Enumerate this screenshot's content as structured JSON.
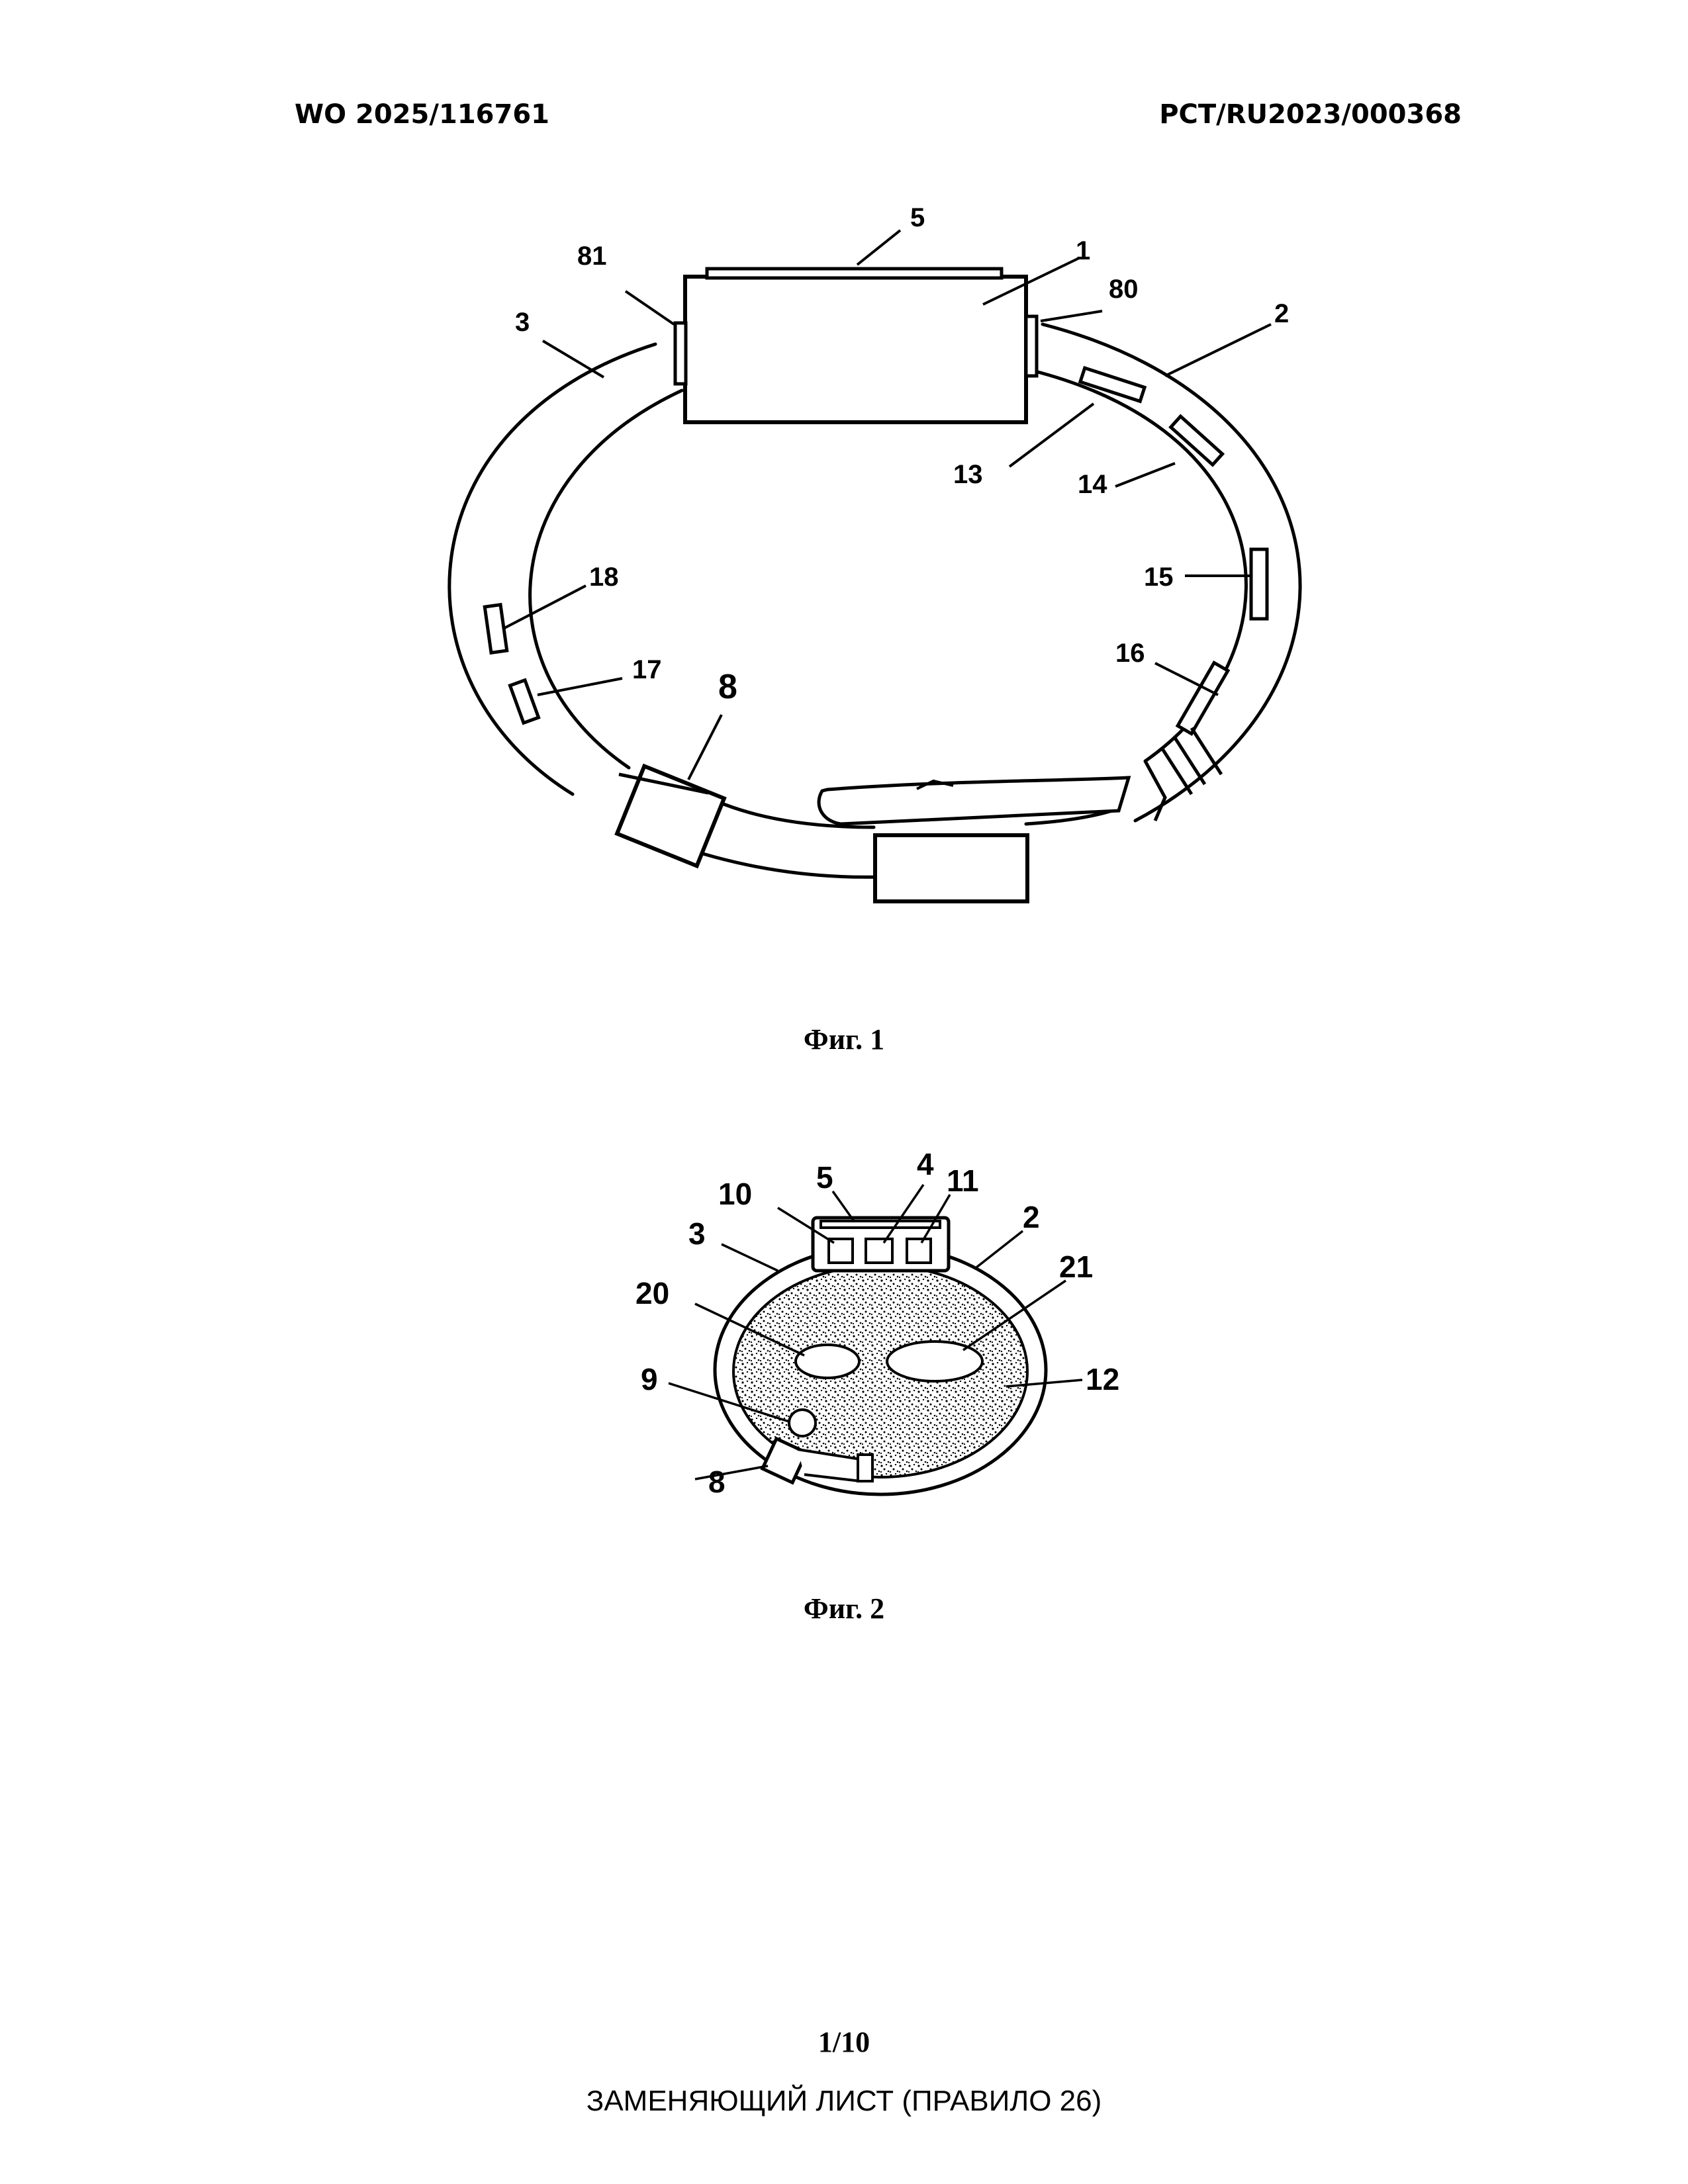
{
  "header": {
    "left": "WO 2025/116761",
    "right": "PCT/RU2023/000368"
  },
  "fig1": {
    "caption": "Фиг. 1",
    "labels": {
      "l5": "5",
      "l1": "1",
      "l81": "81",
      "l80": "80",
      "l3": "3",
      "l2": "2",
      "l13": "13",
      "l14": "14",
      "l15": "15",
      "l16": "16",
      "l17": "17",
      "l18": "18",
      "l8": "8"
    }
  },
  "fig2": {
    "caption": "Фиг. 2",
    "labels": {
      "l10": "10",
      "l5": "5",
      "l4": "4",
      "l11": "11",
      "l3": "3",
      "l2": "2",
      "l20": "20",
      "l21": "21",
      "l9": "9",
      "l12": "12",
      "l8": "8"
    }
  },
  "footer": {
    "page": "1/10",
    "note": "ЗАМЕНЯЮЩИЙ ЛИСТ (ПРАВИЛО 26)"
  }
}
